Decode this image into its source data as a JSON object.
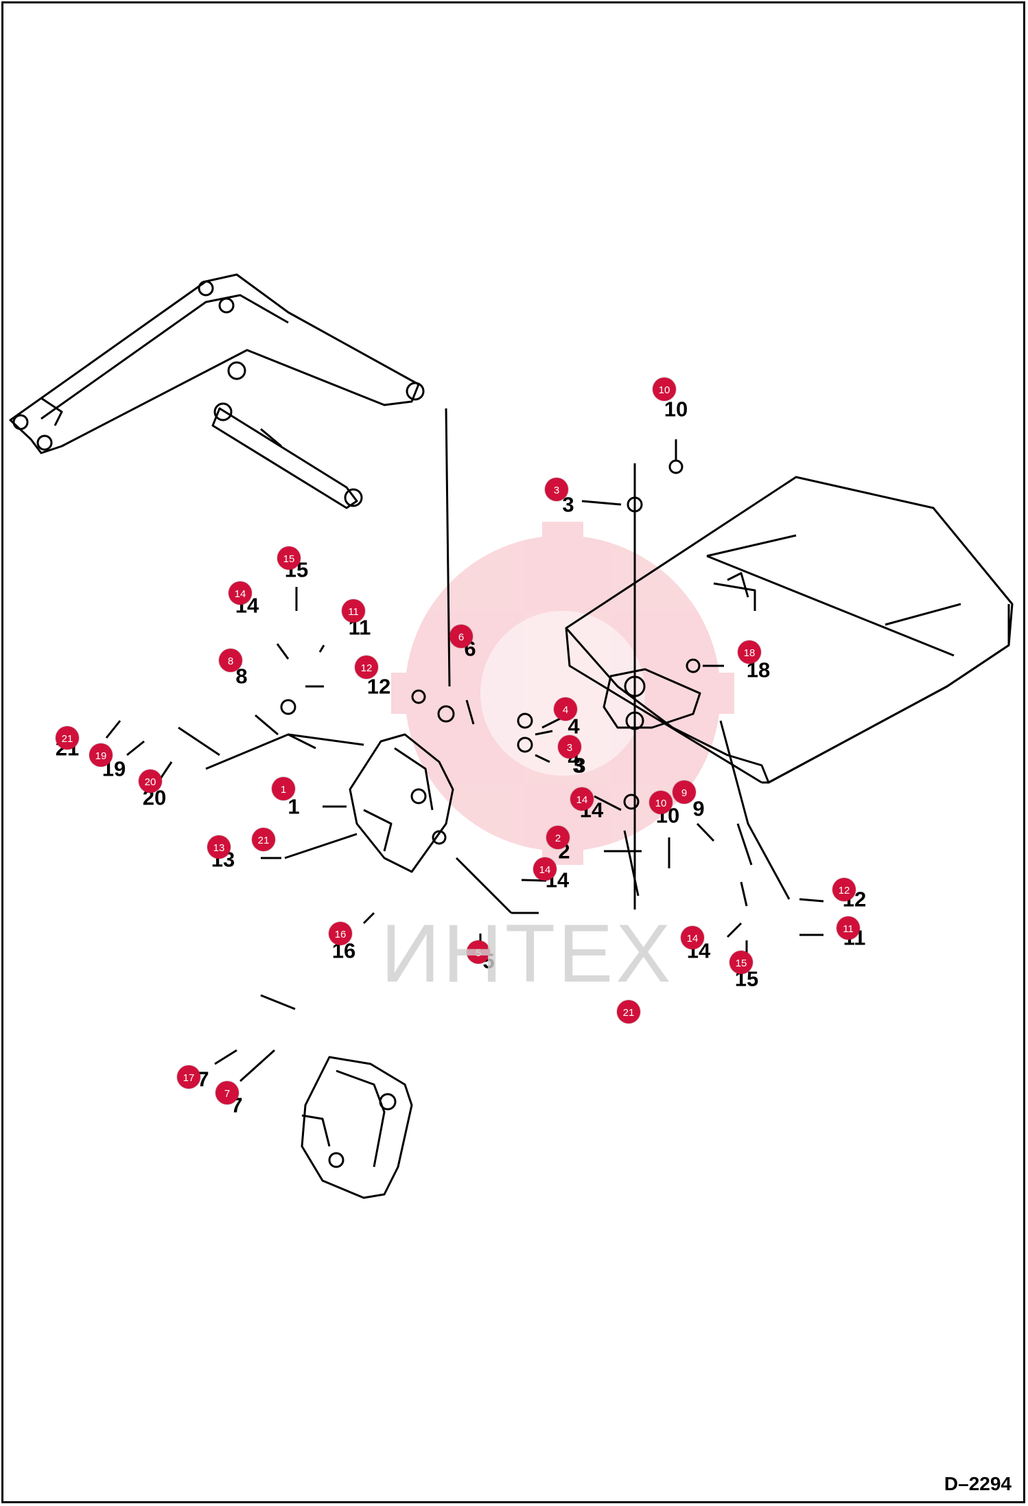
{
  "drawing": {
    "code": "D–2294",
    "watermark_text": "ИНТЕХ",
    "accent_color": "#d0103a",
    "line_color": "#000000"
  },
  "printed_labels": [
    "10",
    "3",
    "15",
    "14",
    "11",
    "8",
    "12",
    "6",
    "4",
    "4",
    "3",
    "18",
    "21",
    "19",
    "20",
    "1",
    "14",
    "3",
    "10",
    "9",
    "2",
    "13",
    "14",
    "12",
    "16",
    "5",
    "14",
    "11",
    "15",
    "7",
    "7"
  ],
  "callouts": [
    "10",
    "3",
    "15",
    "14",
    "11",
    "8",
    "12",
    "6",
    "4",
    "3",
    "18",
    "21",
    "19",
    "20",
    "1",
    "14",
    "10",
    "9",
    "2",
    "13",
    "21",
    "14",
    "12",
    "16",
    "14",
    "5",
    "11",
    "15",
    "21",
    "17",
    "7"
  ]
}
